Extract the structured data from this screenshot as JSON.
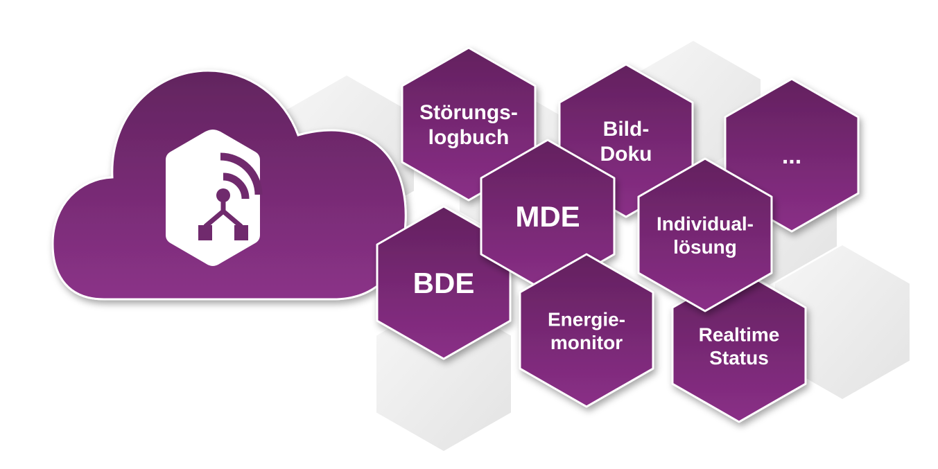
{
  "colors": {
    "hex_top": "#63215f",
    "hex_bottom": "#8a2f87",
    "cloud_top": "#62245f",
    "cloud_bottom": "#8b3288",
    "outline": "#ffffff",
    "ghost_hex": "#e6e6e6"
  },
  "cloud": {
    "logo_icon": "network-signal-icon"
  },
  "modules": [
    {
      "id": "stoerungslogbuch",
      "lines": [
        "Störungs-",
        "logbuch"
      ]
    },
    {
      "id": "bild-doku",
      "lines": [
        "Bild-",
        "Doku"
      ]
    },
    {
      "id": "more",
      "lines": [
        "..."
      ]
    },
    {
      "id": "bde",
      "lines": [
        "BDE"
      ]
    },
    {
      "id": "mde",
      "lines": [
        "MDE"
      ]
    },
    {
      "id": "realtime-status",
      "lines": [
        "Realtime",
        "Status"
      ]
    },
    {
      "id": "individualloesung",
      "lines": [
        "Individual-",
        "lösung"
      ]
    },
    {
      "id": "energiemonitor",
      "lines": [
        "Energie-",
        "monitor"
      ]
    }
  ]
}
